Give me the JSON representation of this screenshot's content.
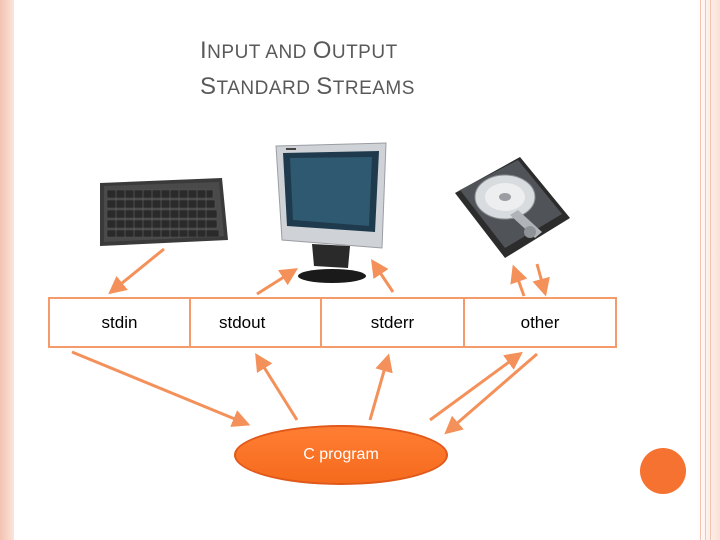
{
  "title": {
    "line1": {
      "cap1": "I",
      "rest1": "NPUT AND ",
      "cap2": "O",
      "rest2": "UTPUT"
    },
    "line2": {
      "cap1": "S",
      "rest1": "TANDARD ",
      "cap2": "S",
      "rest2": "TREAMS"
    }
  },
  "streams": [
    "stdin",
    "stdout",
    "stderr",
    "other"
  ],
  "program_label": "C program",
  "devices": [
    "keyboard-image",
    "monitor-image",
    "hard-drive-image"
  ],
  "colors": {
    "arrow": "#f4915a",
    "program_fill": "#f56a1d",
    "box_border": "#f59a6a",
    "title": "#595959"
  }
}
